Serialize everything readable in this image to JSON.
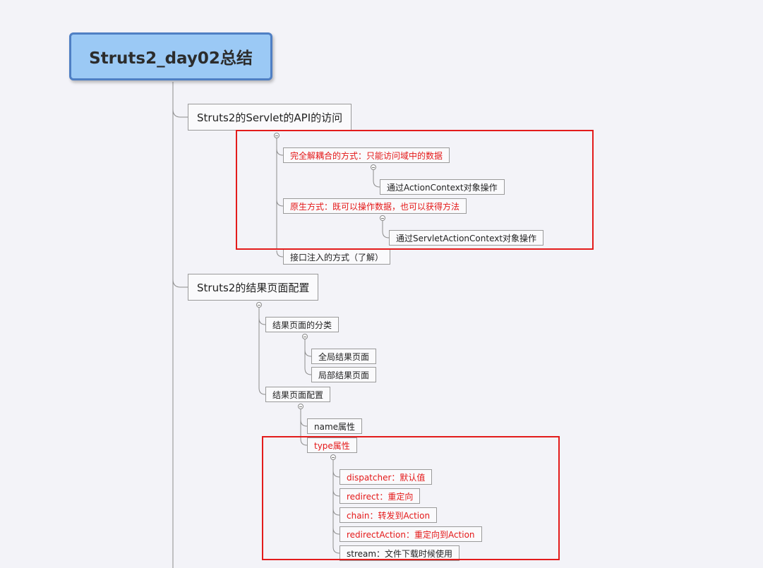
{
  "root": {
    "title": "Struts2_day02总结"
  },
  "branch1": {
    "title": "Struts2的Servlet的API的访问",
    "decoupled": "完全解耦合的方式：只能访问域中的数据",
    "decoupled_child": "通过ActionContext对象操作",
    "native": "原生方式：既可以操作数据，也可以获得方法",
    "native_child": "通过ServletActionContext对象操作",
    "interface": "接口注入的方式（了解）"
  },
  "branch2": {
    "title": "Struts2的结果页面配置",
    "categories": "结果页面的分类",
    "global": "全局结果页面",
    "local": "局部结果页面",
    "config": "结果页面配置",
    "name_attr": "name属性",
    "type_attr": "type属性",
    "type_values": [
      "dispatcher：默认值",
      "redirect：重定向",
      "chain：转发到Action",
      "redirectAction：重定向到Action",
      "stream：文件下载时候使用"
    ]
  },
  "colors": {
    "highlight": "#e31b1b",
    "root_fill": "#9bc9f5",
    "root_border": "#4f7fc4",
    "red_text": "#e41818"
  }
}
